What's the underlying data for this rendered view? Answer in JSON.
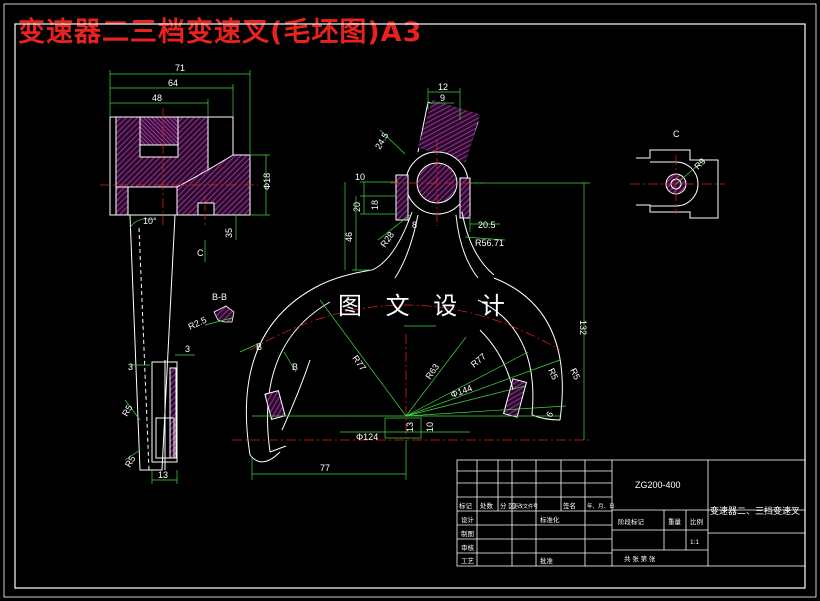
{
  "title": "变速器二三档变速叉(毛坯图)A3",
  "watermark": "图 文 设 计",
  "colors": {
    "outline": "#ffffff",
    "centerline": "#e8221c",
    "dimension": "#3ddc3d",
    "hatch": "#b03ab0",
    "border": "#ffffff"
  },
  "dims": {
    "d71": "71",
    "d64": "64",
    "d48": "48",
    "d3a": "3",
    "d3b": "3",
    "d13": "13",
    "dR5a": "R5",
    "dR5b": "R5",
    "dR2_5": "R2.5",
    "d35": "35",
    "dPhi": "Φ18",
    "d10deg": "10°",
    "dC": "C",
    "dBB": "B-B",
    "d12": "12",
    "d9": "9",
    "d245": "24.5",
    "d10": "10",
    "d20": "20",
    "d18": "18",
    "d46": "46",
    "dR28": "R28",
    "d8": "8",
    "d20_5": "20.5",
    "dR56": "R56.71",
    "d132": "132",
    "dR77a": "R77",
    "dR63": "R63",
    "dR77b": "R77",
    "dPhi144": "Φ144",
    "dPhi124": "Φ124",
    "d13b": "13",
    "d10b": "10",
    "d77": "77",
    "dR5c": "R5",
    "dR5d": "R5",
    "d6": "6",
    "dC2": "C",
    "dR9": "R9",
    "dB1": "B",
    "dB2": "B"
  },
  "title_block": {
    "part_no": "ZG200-400",
    "part_name": "变速器二、三挡变速叉",
    "row_labels": [
      "标记",
      "处数",
      "分 区",
      "更改文件号",
      "签名",
      "年、月、日"
    ],
    "design": "设计",
    "std": "标准化",
    "check": "审核",
    "drawing": "制图",
    "process": "工艺",
    "approve": "批准",
    "stage_mark": "阶段标记",
    "weight": "重量",
    "scale_label": "比例",
    "scale": "1:1",
    "sheets": "共  张  第  张"
  }
}
